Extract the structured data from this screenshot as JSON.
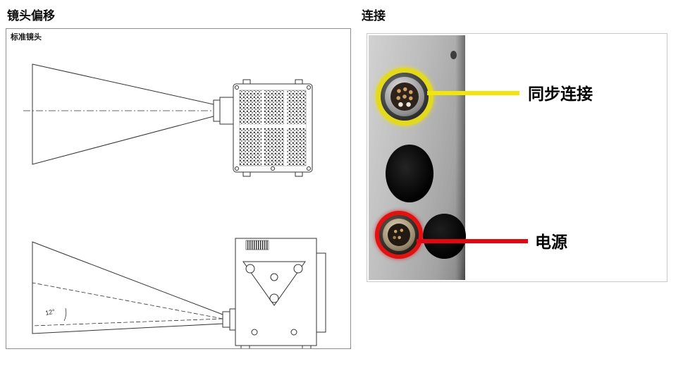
{
  "lens_shift": {
    "title": "镜头偏移",
    "box_label": "标准镜头",
    "angle_label": "12°"
  },
  "connection": {
    "title": "连接",
    "sync_label": "同步连接",
    "power_label": "电源",
    "colors": {
      "sync_accent": "#f2e50b",
      "power_accent": "#e30613",
      "panel_gray": "#b5b5b5"
    }
  }
}
